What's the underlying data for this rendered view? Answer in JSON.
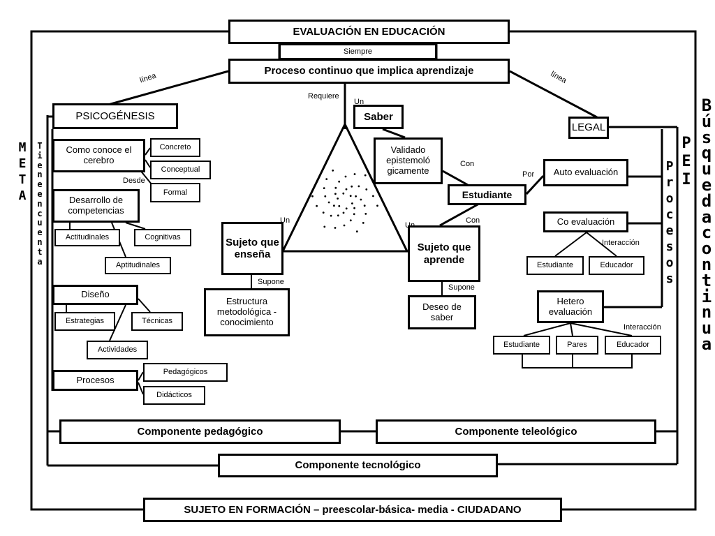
{
  "title": "EVALUACIÓN EN EDUCACIÓN",
  "siempre": "Siempre",
  "proceso": "Proceso continuo que implica aprendizaje",
  "linea_left": "línea",
  "linea_right": "línea",
  "requiere": "Requiere",
  "un_saber": "Un",
  "saber": "Saber",
  "validado": "Validado epistemoló gicamente",
  "con_1": "Con",
  "estudiante": "Estudiante",
  "con_2": "Con",
  "un_left": "Un",
  "un_right": "Un",
  "sujeto_ensena": "Sujeto que enseña",
  "sujeto_aprende": "Sujeto que aprende",
  "supone_left": "Supone",
  "supone_right": "Supone",
  "estructura": "Estructura metodológica - conocimiento",
  "deseo": "Deseo de saber",
  "psicogenesis": "PSICOGÉNESIS",
  "como_conoce": "Como conoce el cerebro",
  "concreto": "Concreto",
  "conceptual": "Conceptual",
  "desde": "Desde",
  "formal": "Formal",
  "desarrollo": "Desarrollo de competencias",
  "actitudinales": "Actitudinales",
  "cognitivas": "Cognitivas",
  "aptitudinales": "Aptitudinales",
  "diseno": "Diseño",
  "estrategias": "Estrategias",
  "tecnicas": "Técnicas",
  "actividades": "Actividades",
  "procesos": "Procesos",
  "pedagogicos": "Pedagógicos",
  "didacticos": "Didácticos",
  "legal": "LEGAL",
  "por": "Por",
  "auto": "Auto evaluación",
  "co": "Co evaluación",
  "interaccion_1": "Interacción",
  "co_estudiante": "Estudiante",
  "co_educador": "Educador",
  "hetero": "Hetero evaluación",
  "interaccion_2": "Interacción",
  "h_estudiante": "Estudiante",
  "h_pares": "Pares",
  "h_educador": "Educador",
  "comp_pedagogico": "Componente pedagógico",
  "comp_teleologico": "Componente teleológico",
  "comp_tecnologico": "Componente tecnológico",
  "sujeto_formacion": "SUJETO EN FORMACIÓN – preescolar-básica- media - CIUDADANO",
  "vertical_tiene": "Tiene en cuenta",
  "vertical_meta": "META",
  "vertical_procesos": "Procesos",
  "vertical_pei": "PEI",
  "vertical_busqueda": "Búsqueda continua",
  "colors": {
    "ink": "#000000",
    "paper": "#ffffff"
  }
}
